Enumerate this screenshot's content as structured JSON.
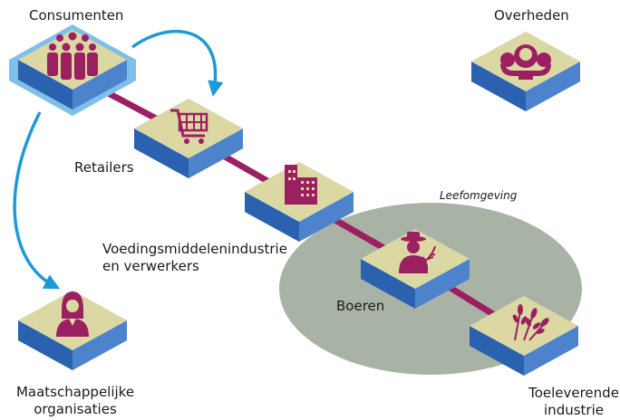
{
  "colors": {
    "tile_top": "#dcd8a3",
    "tile_side_left": "#2a62b0",
    "tile_side_right": "#4d83cc",
    "tile_bottom": "#9fb0e2",
    "halo": "#7fbfea",
    "icon": "#9c1f62",
    "chain_line": "#9c1f62",
    "arrow": "#1e9ad6",
    "leefomgeving_area": "#a9b3a5"
  },
  "nodes": {
    "consumenten": {
      "label": "Consumenten",
      "icon": "people-group-icon"
    },
    "overheden": {
      "label": "Overheden",
      "icon": "government-chairs-icon"
    },
    "retailers": {
      "label": "Retailers",
      "icon": "shopping-cart-icon"
    },
    "voedingsmiddelenindustrie": {
      "label_line1": "Voedingsmiddelenindustrie",
      "label_line2": "en verwerkers",
      "icon": "factory-building-icon"
    },
    "boeren": {
      "label": "Boeren",
      "icon": "farmer-icon"
    },
    "toeleverende_industrie": {
      "label_line1": "Toeleverende",
      "label_line2": "industrie",
      "icon": "wheat-icon"
    },
    "maatschappelijke_organisaties": {
      "label_line1": "Maatschappelijke",
      "label_line2": "organisaties",
      "icon": "woman-icon"
    }
  },
  "area": {
    "label": "Leefomgeving"
  }
}
